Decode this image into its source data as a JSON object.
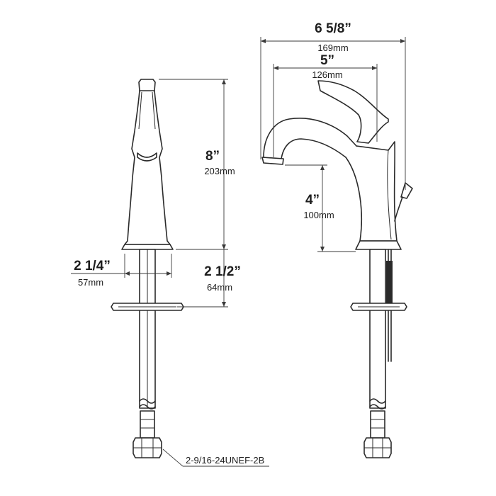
{
  "dimensions": {
    "overall_width": {
      "imperial": "6 5/8”",
      "metric": "169mm"
    },
    "spout_reach": {
      "imperial": "5”",
      "metric": "126mm"
    },
    "total_height": {
      "imperial": "8”",
      "metric": "203mm"
    },
    "spout_height": {
      "imperial": "4”",
      "metric": "100mm"
    },
    "base_diameter": {
      "imperial": "2 1/4”",
      "metric": "57mm"
    },
    "max_deck_thickness": {
      "imperial": "2 1/2”",
      "metric": "64mm"
    }
  },
  "thread_callout": "2-9/16-24UNEF-2B"
}
